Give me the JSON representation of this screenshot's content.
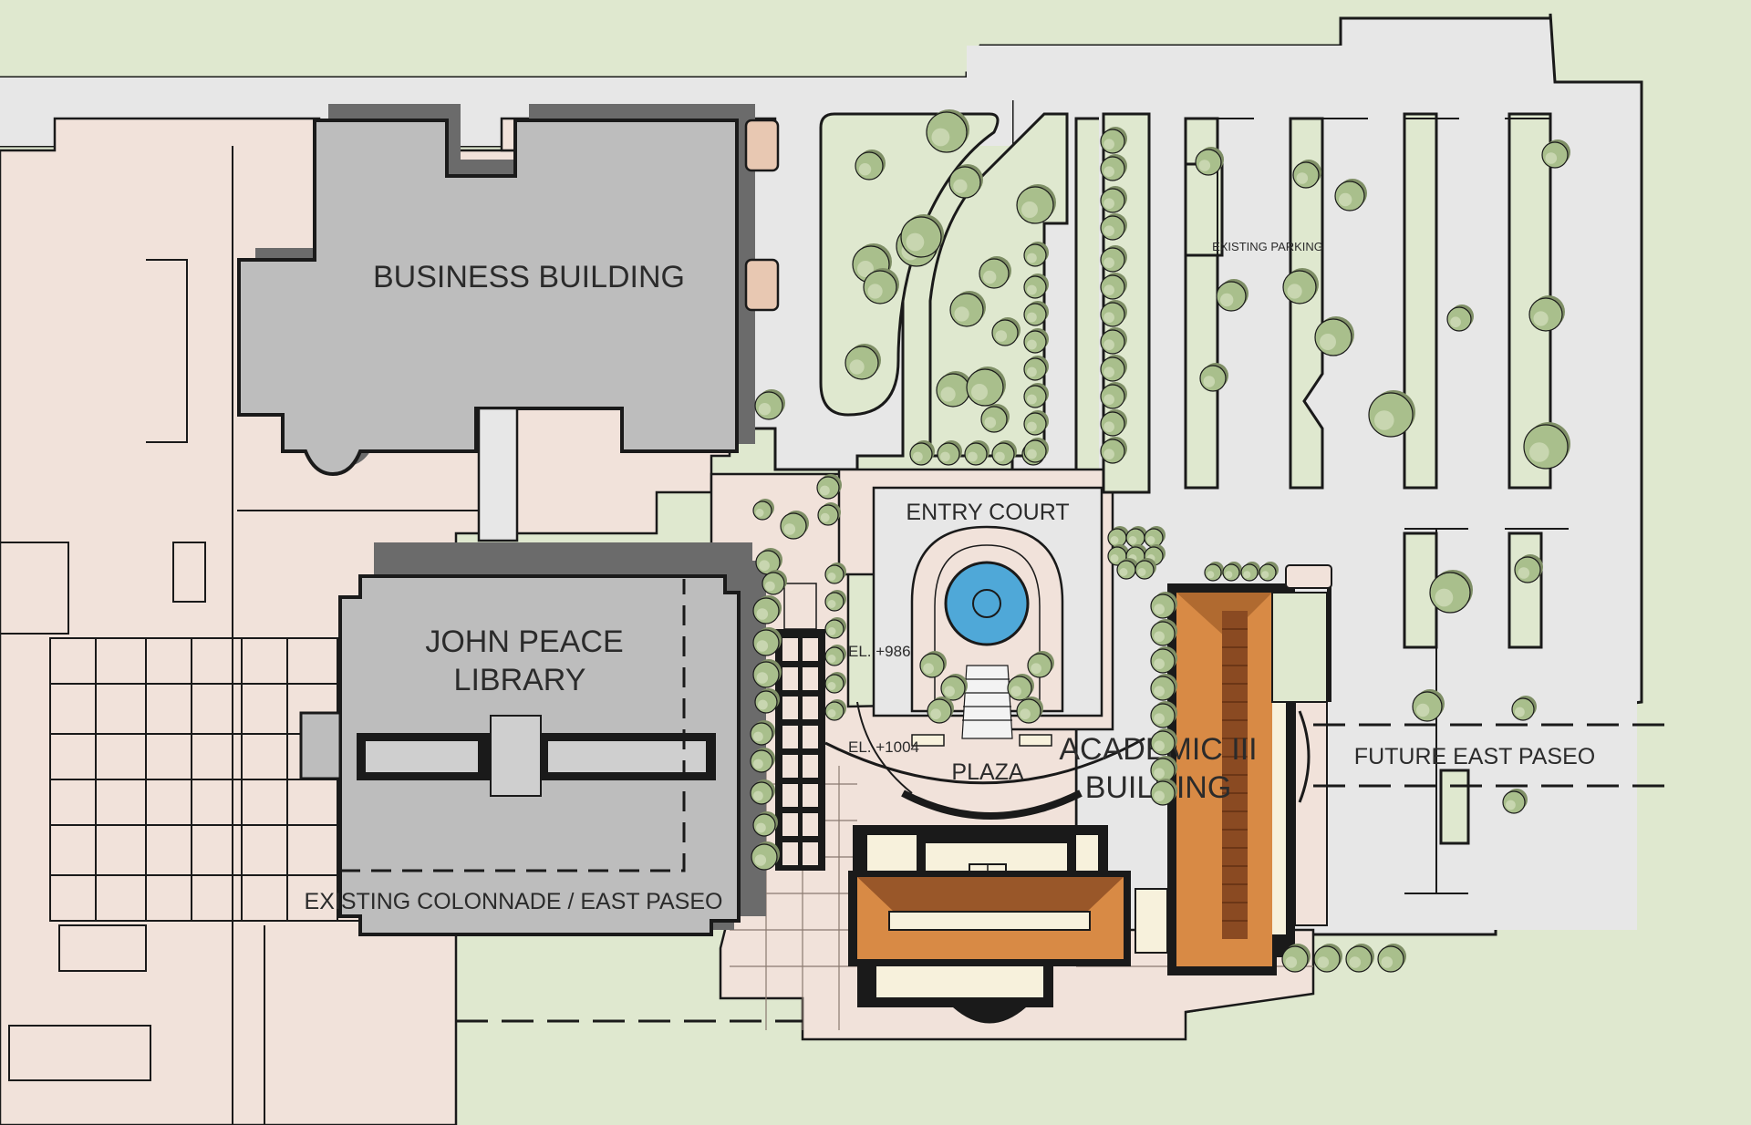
{
  "labels": {
    "business_building": "BUSINESS BUILDING",
    "library_line1": "JOHN PEACE",
    "library_line2": "LIBRARY",
    "entry_court": "ENTRY COURT",
    "existing_parking": "EXISTING PARKING",
    "plaza": "PLAZA",
    "academic_line1": "ACADEMIC III",
    "academic_line2": "BUILDING",
    "future_east_paseo": "FUTURE EAST PASEO",
    "existing_colonnade": "EXISTING COLONNADE / EAST PASEO",
    "elevation_986": "EL. +986",
    "elevation_1004": "EL. +1004"
  },
  "colors": {
    "grass": "#dfe8cf",
    "paving": "#f1e2da",
    "road": "#e6e6e6",
    "building_existing": "#bdbdbd",
    "roof": "#d88a45",
    "roof_dark": "#8a4a22",
    "cream": "#f7f1dc",
    "fountain": "#4fa8d8",
    "tree": "#a9bf8c",
    "tree_shadow": "#7f8f66"
  }
}
